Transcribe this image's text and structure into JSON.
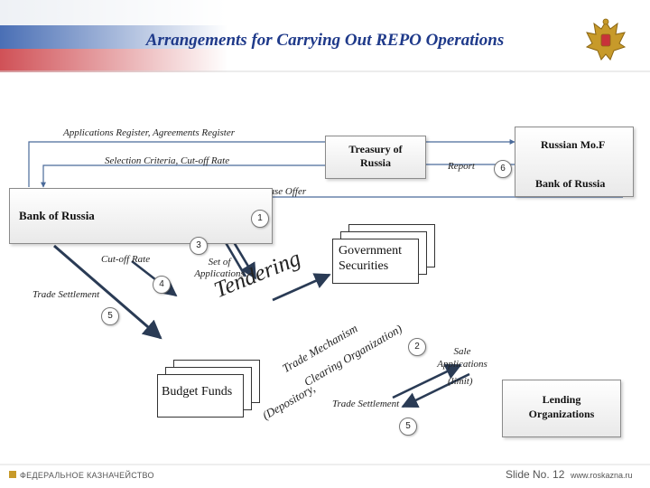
{
  "header": {
    "title": "Arrangements for Carrying Out REPO Operations"
  },
  "diagram": {
    "labels": {
      "applications_register": "Applications Register, Agreements Register",
      "selection_criteria": "Selection Criteria, Cut-off Rate",
      "purchase_offer": "Purchase Offer",
      "cutoff_rate": "Cut-off Rate",
      "trade_settlement_left": "Trade Settlement",
      "set_of_applications": "Set of Applications",
      "tendering": "Tendering",
      "trade_mechanism": "Trade Mechanism",
      "clearing_organization": "Clearing Organization)",
      "depository": "(Depository,",
      "trade_settlement_bottom": "Trade Settlement",
      "report": "Report",
      "sale_applications": "Sale Applications",
      "limit": "(limit)"
    },
    "nodes": {
      "treasury": "Treasury of Russia",
      "russian_mof": "Russian Mo.F",
      "bank_of_russia_right": "Bank of Russia",
      "bank_of_russia_left": "Bank of Russia",
      "government_securities": "Government Securities",
      "budget_funds": "Budget Funds",
      "lending_organizations": "Lending Organizations"
    },
    "steps": {
      "s1": "1",
      "s2": "2",
      "s3": "3",
      "s4": "4",
      "s5_left": "5",
      "s5_bottom": "5",
      "s6": "6"
    }
  },
  "footer": {
    "org": "ФЕДЕРАЛЬНОЕ КАЗНАЧЕЙСТВО",
    "slide": "Slide No. 12",
    "site": "www.roskazna.ru"
  },
  "colors": {
    "title": "#1f3a8a",
    "arrow": "#2a3b55",
    "flag_blue": "#2a56a8",
    "flag_red": "#c8323a"
  }
}
